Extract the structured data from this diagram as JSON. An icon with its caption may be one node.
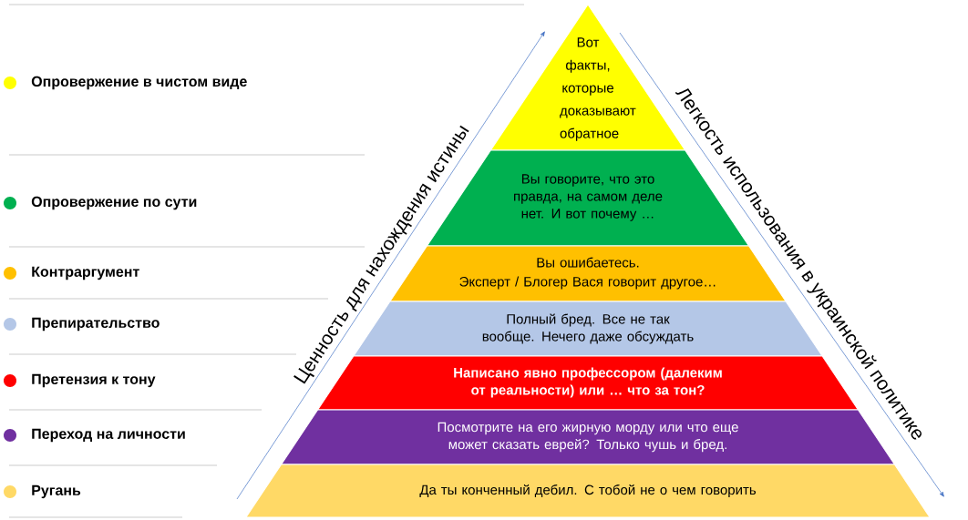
{
  "diagram": {
    "nodes": [
      {
        "text": [
          "Вот факты, которые доказывают обратное"
        ]
      },
      {
        "text": [
          "Вы говорите, что это правда, на самом деле нет.  И вот почему …"
        ]
      },
      {
        "text": [
          "Вы ошибаетесь.",
          "Эксперт / Блогер Вася говорит другое…"
        ]
      },
      {
        "text": [
          "Полный бред. Все не так вообще. Нечего даже обсуждать"
        ]
      },
      {
        "text": [
          "Написано явно профессором (далеким от реальности) или … что за тон?"
        ]
      },
      {
        "text": [
          "Посмотрите на его жирную морду или что еще может сказать еврей? Только чушь и бред."
        ]
      },
      {
        "text": [
          "Да ты конченный дебил. С тобой не о чем говорить"
        ]
      }
    ],
    "edges": [],
    "labels": [
      "Ценность для нахождения истины",
      "Легкость использования в украинской политике"
    ],
    "legend": [
      {
        "text": "Опровержение в чистом виде",
        "color": "#ffff00"
      },
      {
        "text": "Опровержение по сути",
        "color": "#00b050"
      },
      {
        "text": "Контраргумент",
        "color": "#ffc000"
      },
      {
        "text": "Препирательство",
        "color": "#b4c7e7"
      },
      {
        "text": "Претензия к тону",
        "color": "#ff0000"
      },
      {
        "text": "Переход на личности",
        "color": "#7030a0"
      },
      {
        "text": "Ругань",
        "color": "#ffd966"
      }
    ]
  }
}
